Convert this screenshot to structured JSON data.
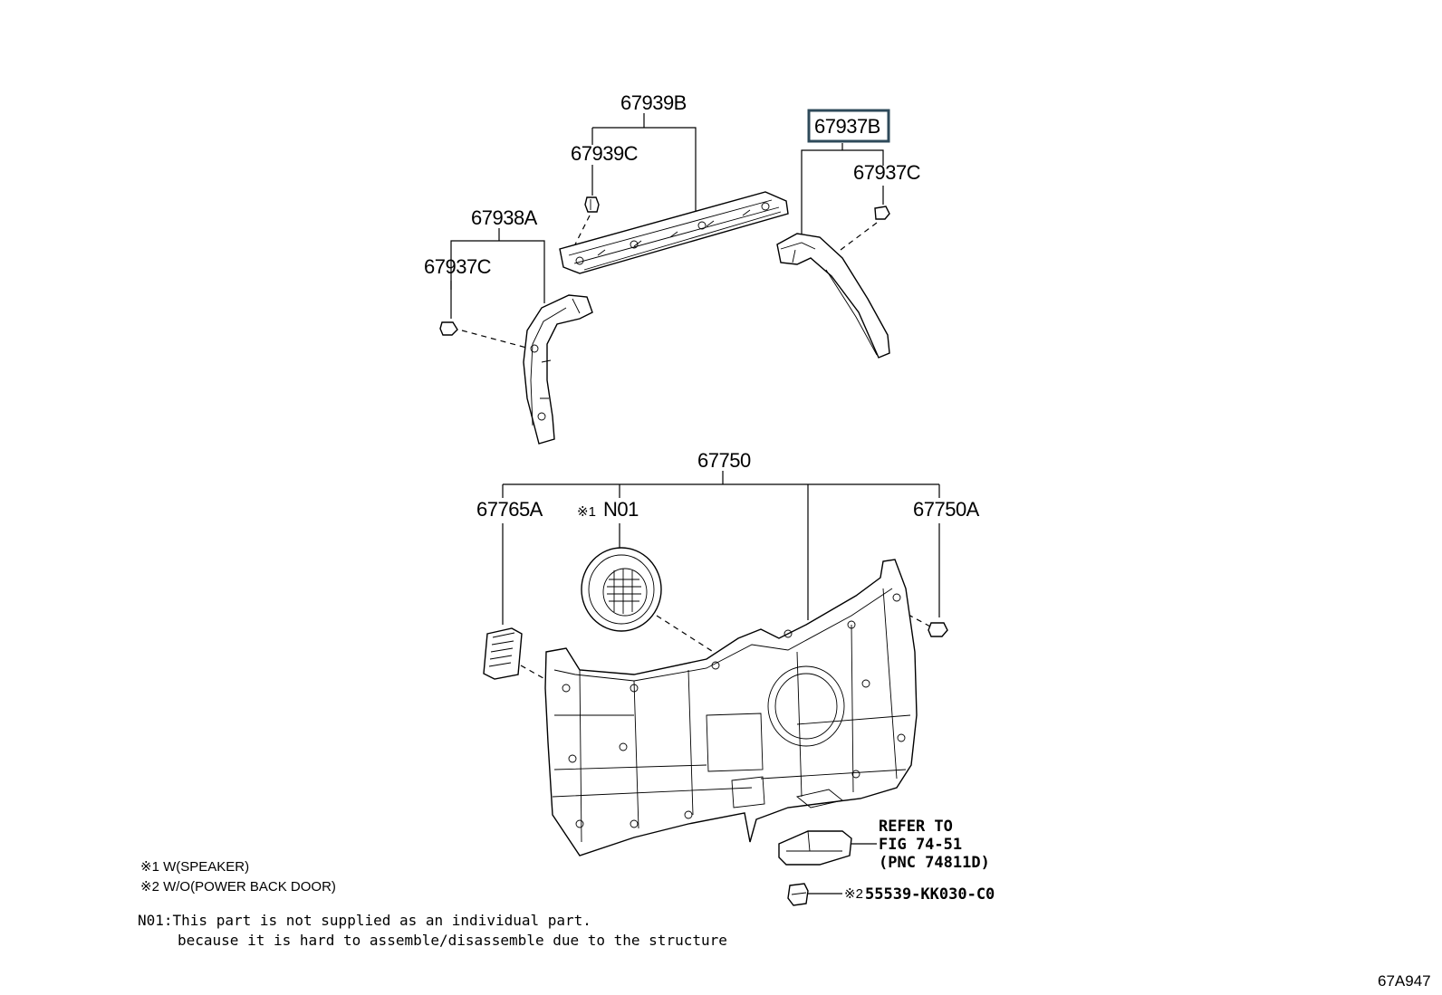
{
  "labels": {
    "p67939B": "67939B",
    "p67939C": "67939C",
    "p67937B": "67937B",
    "p67937C_right": "67937C",
    "p67938A": "67938A",
    "p67937C_left": "67937C",
    "p67750": "67750",
    "p67765A": "67765A",
    "n01_mark": "※1",
    "n01": "N01",
    "p67750A": "67750A"
  },
  "refer": {
    "line1": "REFER TO",
    "line2": "FIG 74-51",
    "line3": "(PNC 74811D)"
  },
  "clip_part": {
    "mark": "※2",
    "number": "55539-KK030-C0"
  },
  "notes": {
    "note1": "※1 W(SPEAKER)",
    "note2": "※2 W/O(POWER BACK DOOR)",
    "n01_line1": "N01:This part is not supplied as an individual part.",
    "n01_line2": "because it is hard to assemble/disassemble due to the structure"
  },
  "figure_id": "67A947",
  "highlight_color": "#2e4a5a"
}
